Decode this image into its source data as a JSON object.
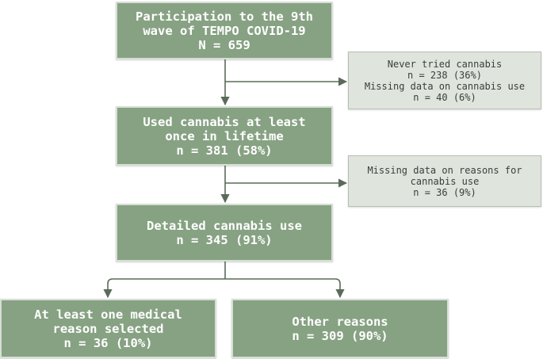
{
  "boxes": {
    "participation": {
      "line1": "Participation to the 9th",
      "line2": "wave of TEMPO COVID-19",
      "line3": "N = 659"
    },
    "never_tried": {
      "line1": "Never tried cannabis",
      "line2": "n = 238 (36%)",
      "line3": "Missing data on cannabis use",
      "line4": "n = 40 (6%)"
    },
    "used_cannabis": {
      "line1": "Used cannabis at least",
      "line2": "once in lifetime",
      "line3": "n = 381 (58%)"
    },
    "missing_reasons": {
      "line1": "Missing data on reasons for",
      "line2": "cannabis use",
      "line3": "n = 36 (9%)"
    },
    "detailed_use": {
      "line1": "Detailed cannabis use",
      "line2": "n = 345 (91%)"
    },
    "medical_reason": {
      "line1": "At least one medical",
      "line2": "reason selected",
      "line3": "n = 36 (10%)"
    },
    "other_reasons": {
      "line1": "Other reasons",
      "line2": "n = 309 (90%)"
    }
  },
  "colors": {
    "main_box_fill": "#87a283",
    "side_box_fill": "#dfe4dd",
    "connector": "#5b6b5a"
  }
}
